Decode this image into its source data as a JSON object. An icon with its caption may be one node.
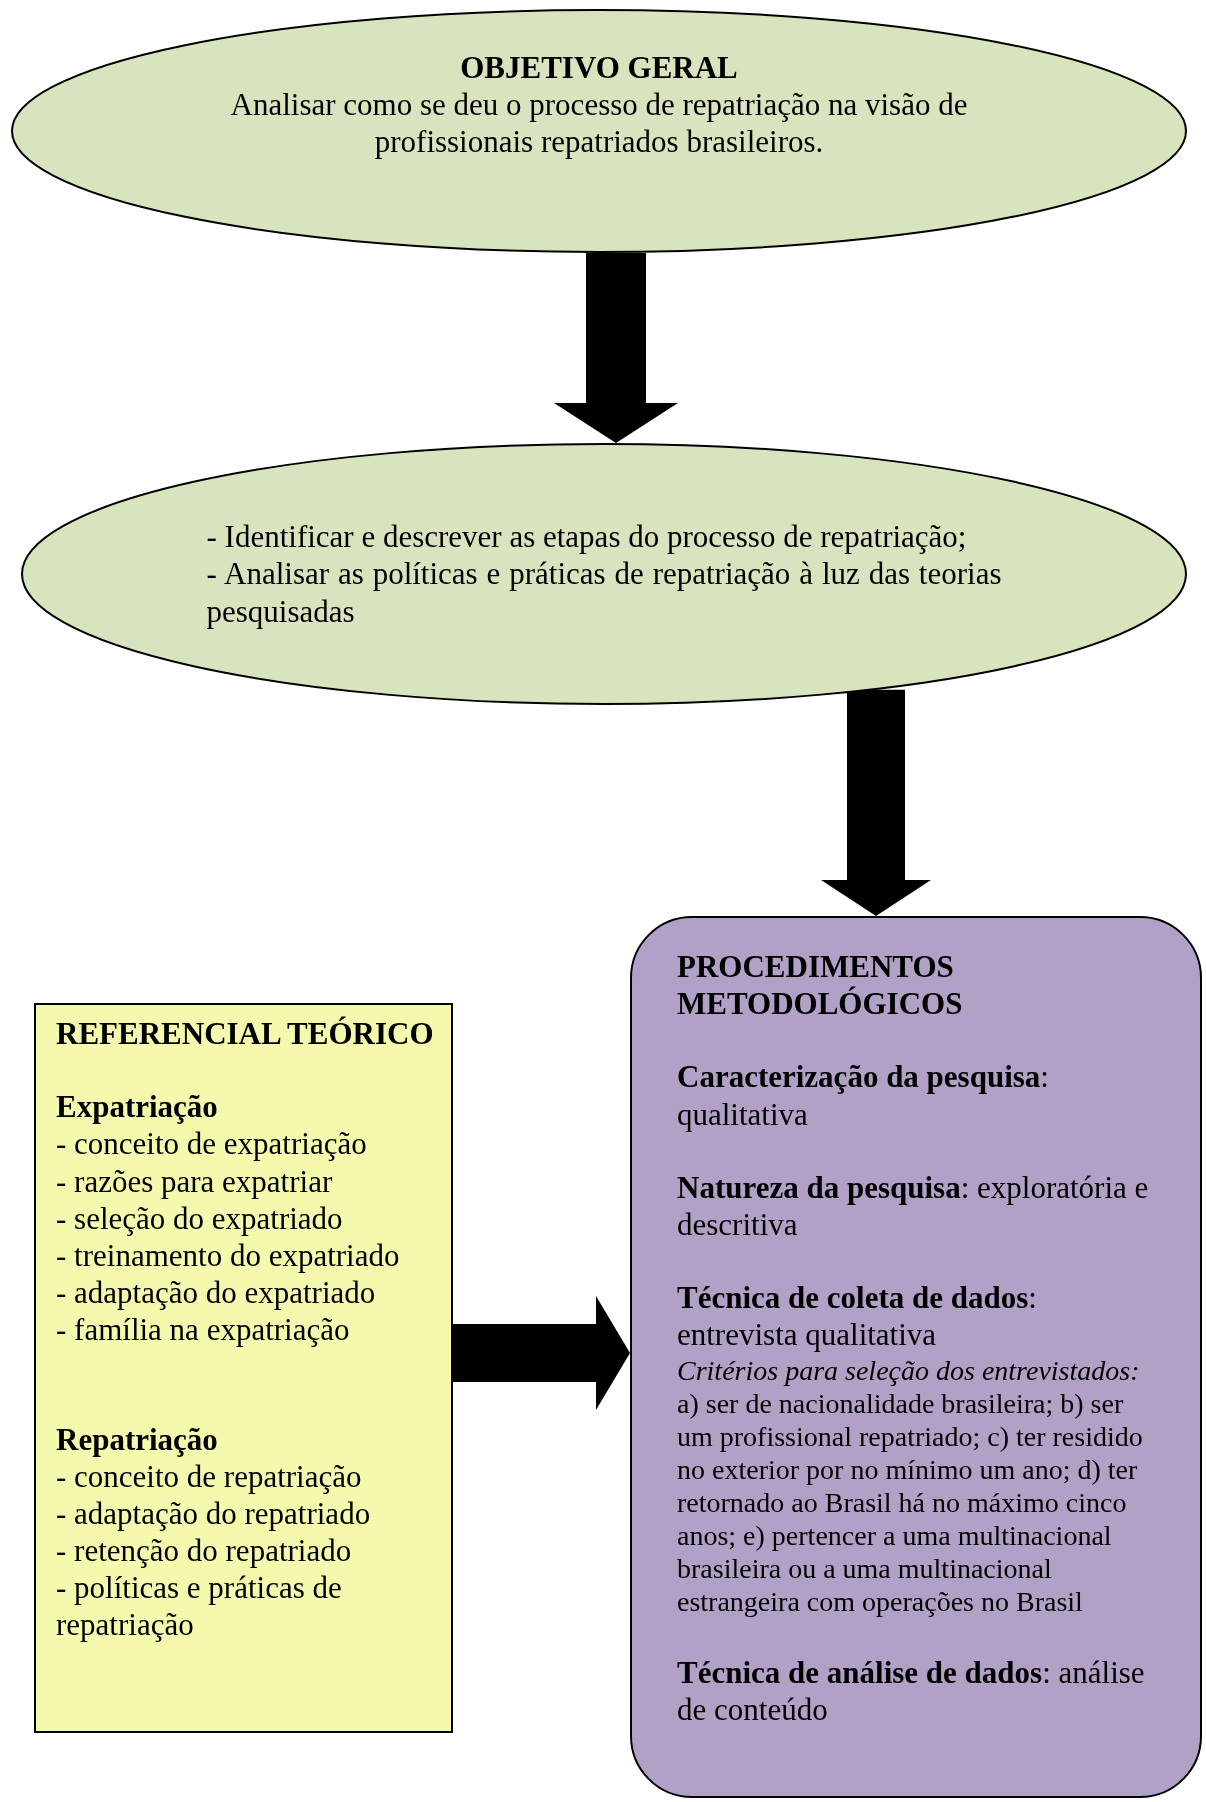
{
  "diagram": {
    "nodes": [
      {
        "text": [
          "OBJETIVO GERAL",
          "Analisar como se deu o processo de repatriação na visão de profissionais repatriados brasileiros."
        ]
      },
      {
        "text": [
          "- Identificar e descrever as etapas do processo de repatriação;",
          "- Analisar as políticas e práticas de repatriação à luz das teorias pesquisadas"
        ]
      },
      {
        "text": [
          "REFERENCIAL TEÓRICO",
          "Expatriação",
          "- conceito de expatriação",
          "- razões para expatriar",
          "- seleção do expatriado",
          "- treinamento do expatriado",
          "- adaptação do expatriado",
          "- família na expatriação",
          "Repatriação",
          "- conceito de repatriação",
          "- adaptação do repatriado",
          "- retenção do repatriado",
          "- políticas e práticas de repatriação"
        ]
      },
      {
        "text": [
          "PROCEDIMENTOS METODOLÓGICOS",
          "**Caracterização da pesquisa**: qualitativa",
          "**Natureza da pesquisa**: exploratória e descritiva",
          "**Técnica de coleta de dados**: entrevista qualitativa",
          "*Critérios para seleção dos entrevistados:* a) ser de nacionalidade brasileira; b) ser um profissional repatriado; c) ter residido no exterior por no mínimo um ano; d) ter retornado ao Brasil há no máximo cinco anos; e) pertencer a uma multinacional brasileira ou a uma multinacional estrangeira com operações no Brasil",
          "**Técnica de análise de dados**: análise de conteúdo"
        ]
      }
    ],
    "edges": [
      {
        "from": 0,
        "to": 1,
        "arrow": "to"
      },
      {
        "from": 1,
        "to": 3,
        "arrow": "to"
      },
      {
        "from": 2,
        "to": 3,
        "arrow": "to"
      }
    ]
  }
}
